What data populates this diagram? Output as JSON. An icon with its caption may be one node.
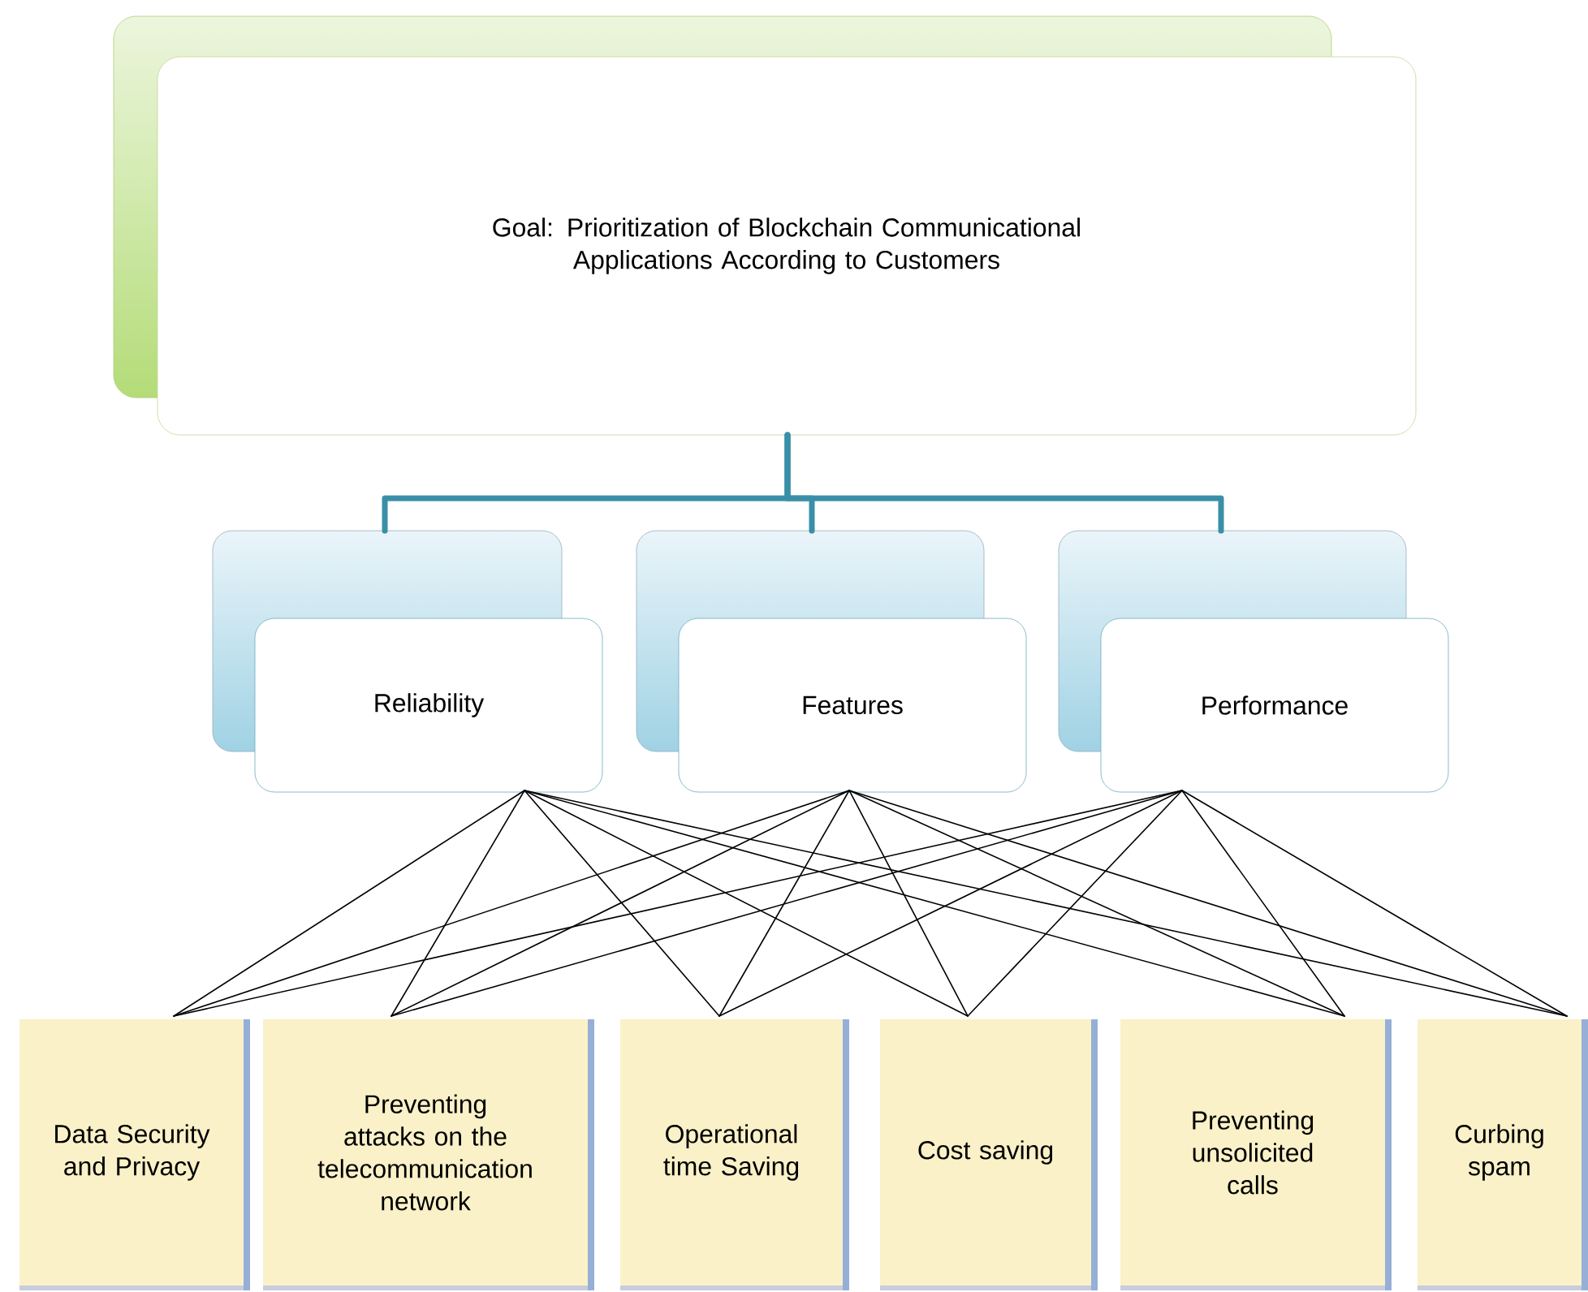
{
  "diagram": {
    "nodes": [
      {
        "text": [
          "Goal: Prioritization of Blockchain Communicational Applications According to Customers"
        ]
      },
      {
        "text": [
          "Reliability"
        ]
      },
      {
        "text": [
          "Features"
        ]
      },
      {
        "text": [
          "Performance"
        ]
      },
      {
        "text": [
          "Data Security and Privacy"
        ]
      },
      {
        "text": [
          "Preventing attacks on the telecommunication network"
        ]
      },
      {
        "text": [
          "Operational time Saving"
        ]
      },
      {
        "text": [
          "Cost saving"
        ]
      },
      {
        "text": [
          "Preventing unsolicited calls"
        ]
      },
      {
        "text": [
          "Curbing spam"
        ]
      }
    ],
    "edges": [
      {
        "from": 0,
        "to": 1,
        "arrow": "none",
        "color": "#3a8fa8",
        "style": "thick"
      },
      {
        "from": 0,
        "to": 2,
        "arrow": "none",
        "color": "#3a8fa8",
        "style": "thick"
      },
      {
        "from": 0,
        "to": 3,
        "arrow": "none",
        "color": "#3a8fa8",
        "style": "thick"
      },
      {
        "from": 1,
        "to": 4,
        "arrow": "none"
      },
      {
        "from": 1,
        "to": 5,
        "arrow": "none"
      },
      {
        "from": 1,
        "to": 6,
        "arrow": "none"
      },
      {
        "from": 1,
        "to": 7,
        "arrow": "none"
      },
      {
        "from": 1,
        "to": 8,
        "arrow": "none"
      },
      {
        "from": 1,
        "to": 9,
        "arrow": "none"
      },
      {
        "from": 2,
        "to": 4,
        "arrow": "none"
      },
      {
        "from": 2,
        "to": 5,
        "arrow": "none"
      },
      {
        "from": 2,
        "to": 6,
        "arrow": "none"
      },
      {
        "from": 2,
        "to": 7,
        "arrow": "none"
      },
      {
        "from": 2,
        "to": 8,
        "arrow": "none"
      },
      {
        "from": 2,
        "to": 9,
        "arrow": "none"
      },
      {
        "from": 3,
        "to": 4,
        "arrow": "none"
      },
      {
        "from": 3,
        "to": 5,
        "arrow": "none"
      },
      {
        "from": 3,
        "to": 6,
        "arrow": "none"
      },
      {
        "from": 3,
        "to": 7,
        "arrow": "none"
      },
      {
        "from": 3,
        "to": 8,
        "arrow": "none"
      },
      {
        "from": 3,
        "to": 9,
        "arrow": "none"
      }
    ]
  }
}
